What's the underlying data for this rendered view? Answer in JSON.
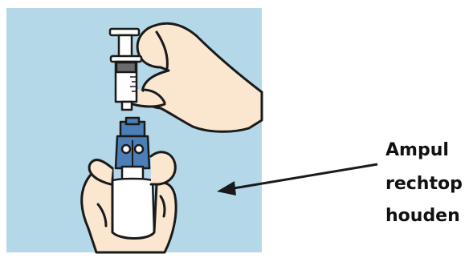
{
  "figure": {
    "background_color": "#b5d8e8",
    "skin_color": "#fbe6cf",
    "outline_color": "#1a1a1a",
    "vial_cap_color": "#4b7fb6",
    "vial_body_color": "#ffffff",
    "syringe_plunger_color": "#6b6b6b"
  },
  "callout": {
    "lines": [
      "Ampul",
      "rechtop",
      "houden"
    ]
  }
}
